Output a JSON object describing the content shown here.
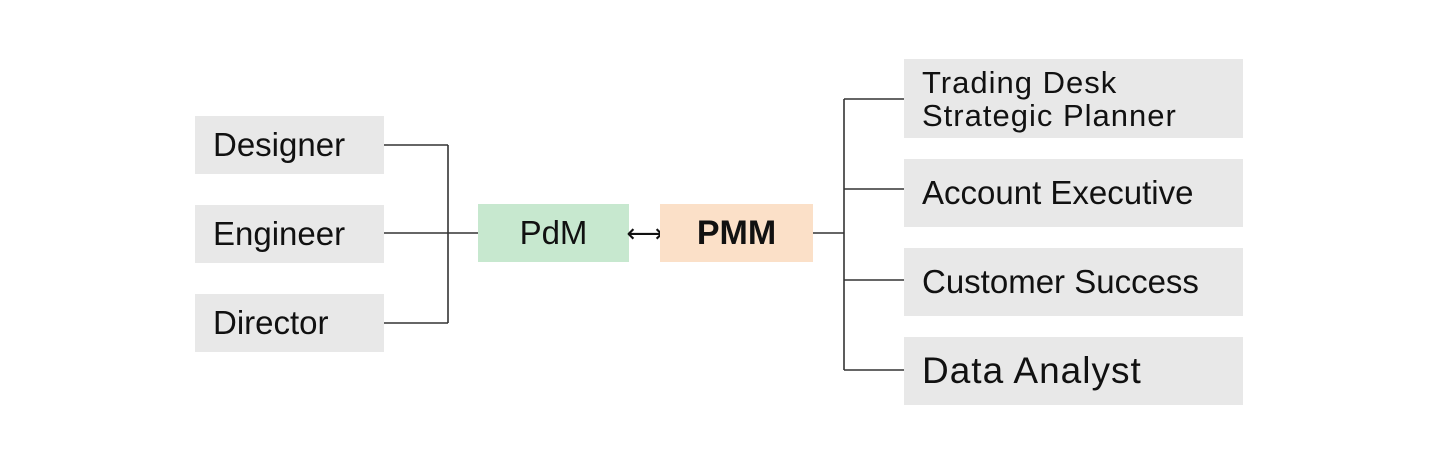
{
  "left_roles": [
    {
      "label": "Designer"
    },
    {
      "label": "Engineer"
    },
    {
      "label": "Director"
    }
  ],
  "center": {
    "pdm_label": "PdM",
    "connector_glyph": "⟷",
    "pmm_label": "PMM"
  },
  "right_roles": [
    {
      "line1": "Trading Desk",
      "line2": "Strategic Planner"
    },
    {
      "label": "Account Executive"
    },
    {
      "label": "Customer Success"
    },
    {
      "label": "Data Analyst"
    }
  ],
  "colors": {
    "role_box": "#e8e8e8",
    "pdm_box": "#c7e8cf",
    "pmm_box": "#fbe0c8",
    "connector_line": "#333333"
  }
}
